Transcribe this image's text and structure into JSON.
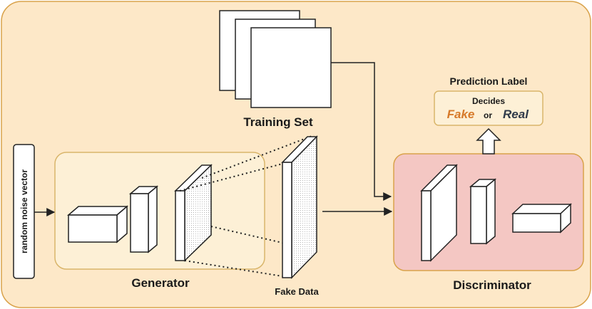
{
  "labels": {
    "training_set": "Training Set",
    "prediction_label": "Prediction Label",
    "decides": "Decides",
    "fake": "Fake",
    "or": "or",
    "real": "Real",
    "noise_vector": "random noise vector",
    "generator": "Generator",
    "fake_data": "Fake Data",
    "discriminator": "Discriminator"
  },
  "colors": {
    "outer_fill": "#fde8c8",
    "outer_stroke": "#d9a24a",
    "generator_fill": "#fdf0d6",
    "generator_stroke": "#d9b56a",
    "discriminator_fill": "#f4c7c3",
    "discriminator_stroke": "#d9a24a",
    "prediction_fill": "#fdf0d6",
    "fake_text": "#d77a2a",
    "real_text": "#2f3b4a",
    "stroke": "#222222"
  }
}
